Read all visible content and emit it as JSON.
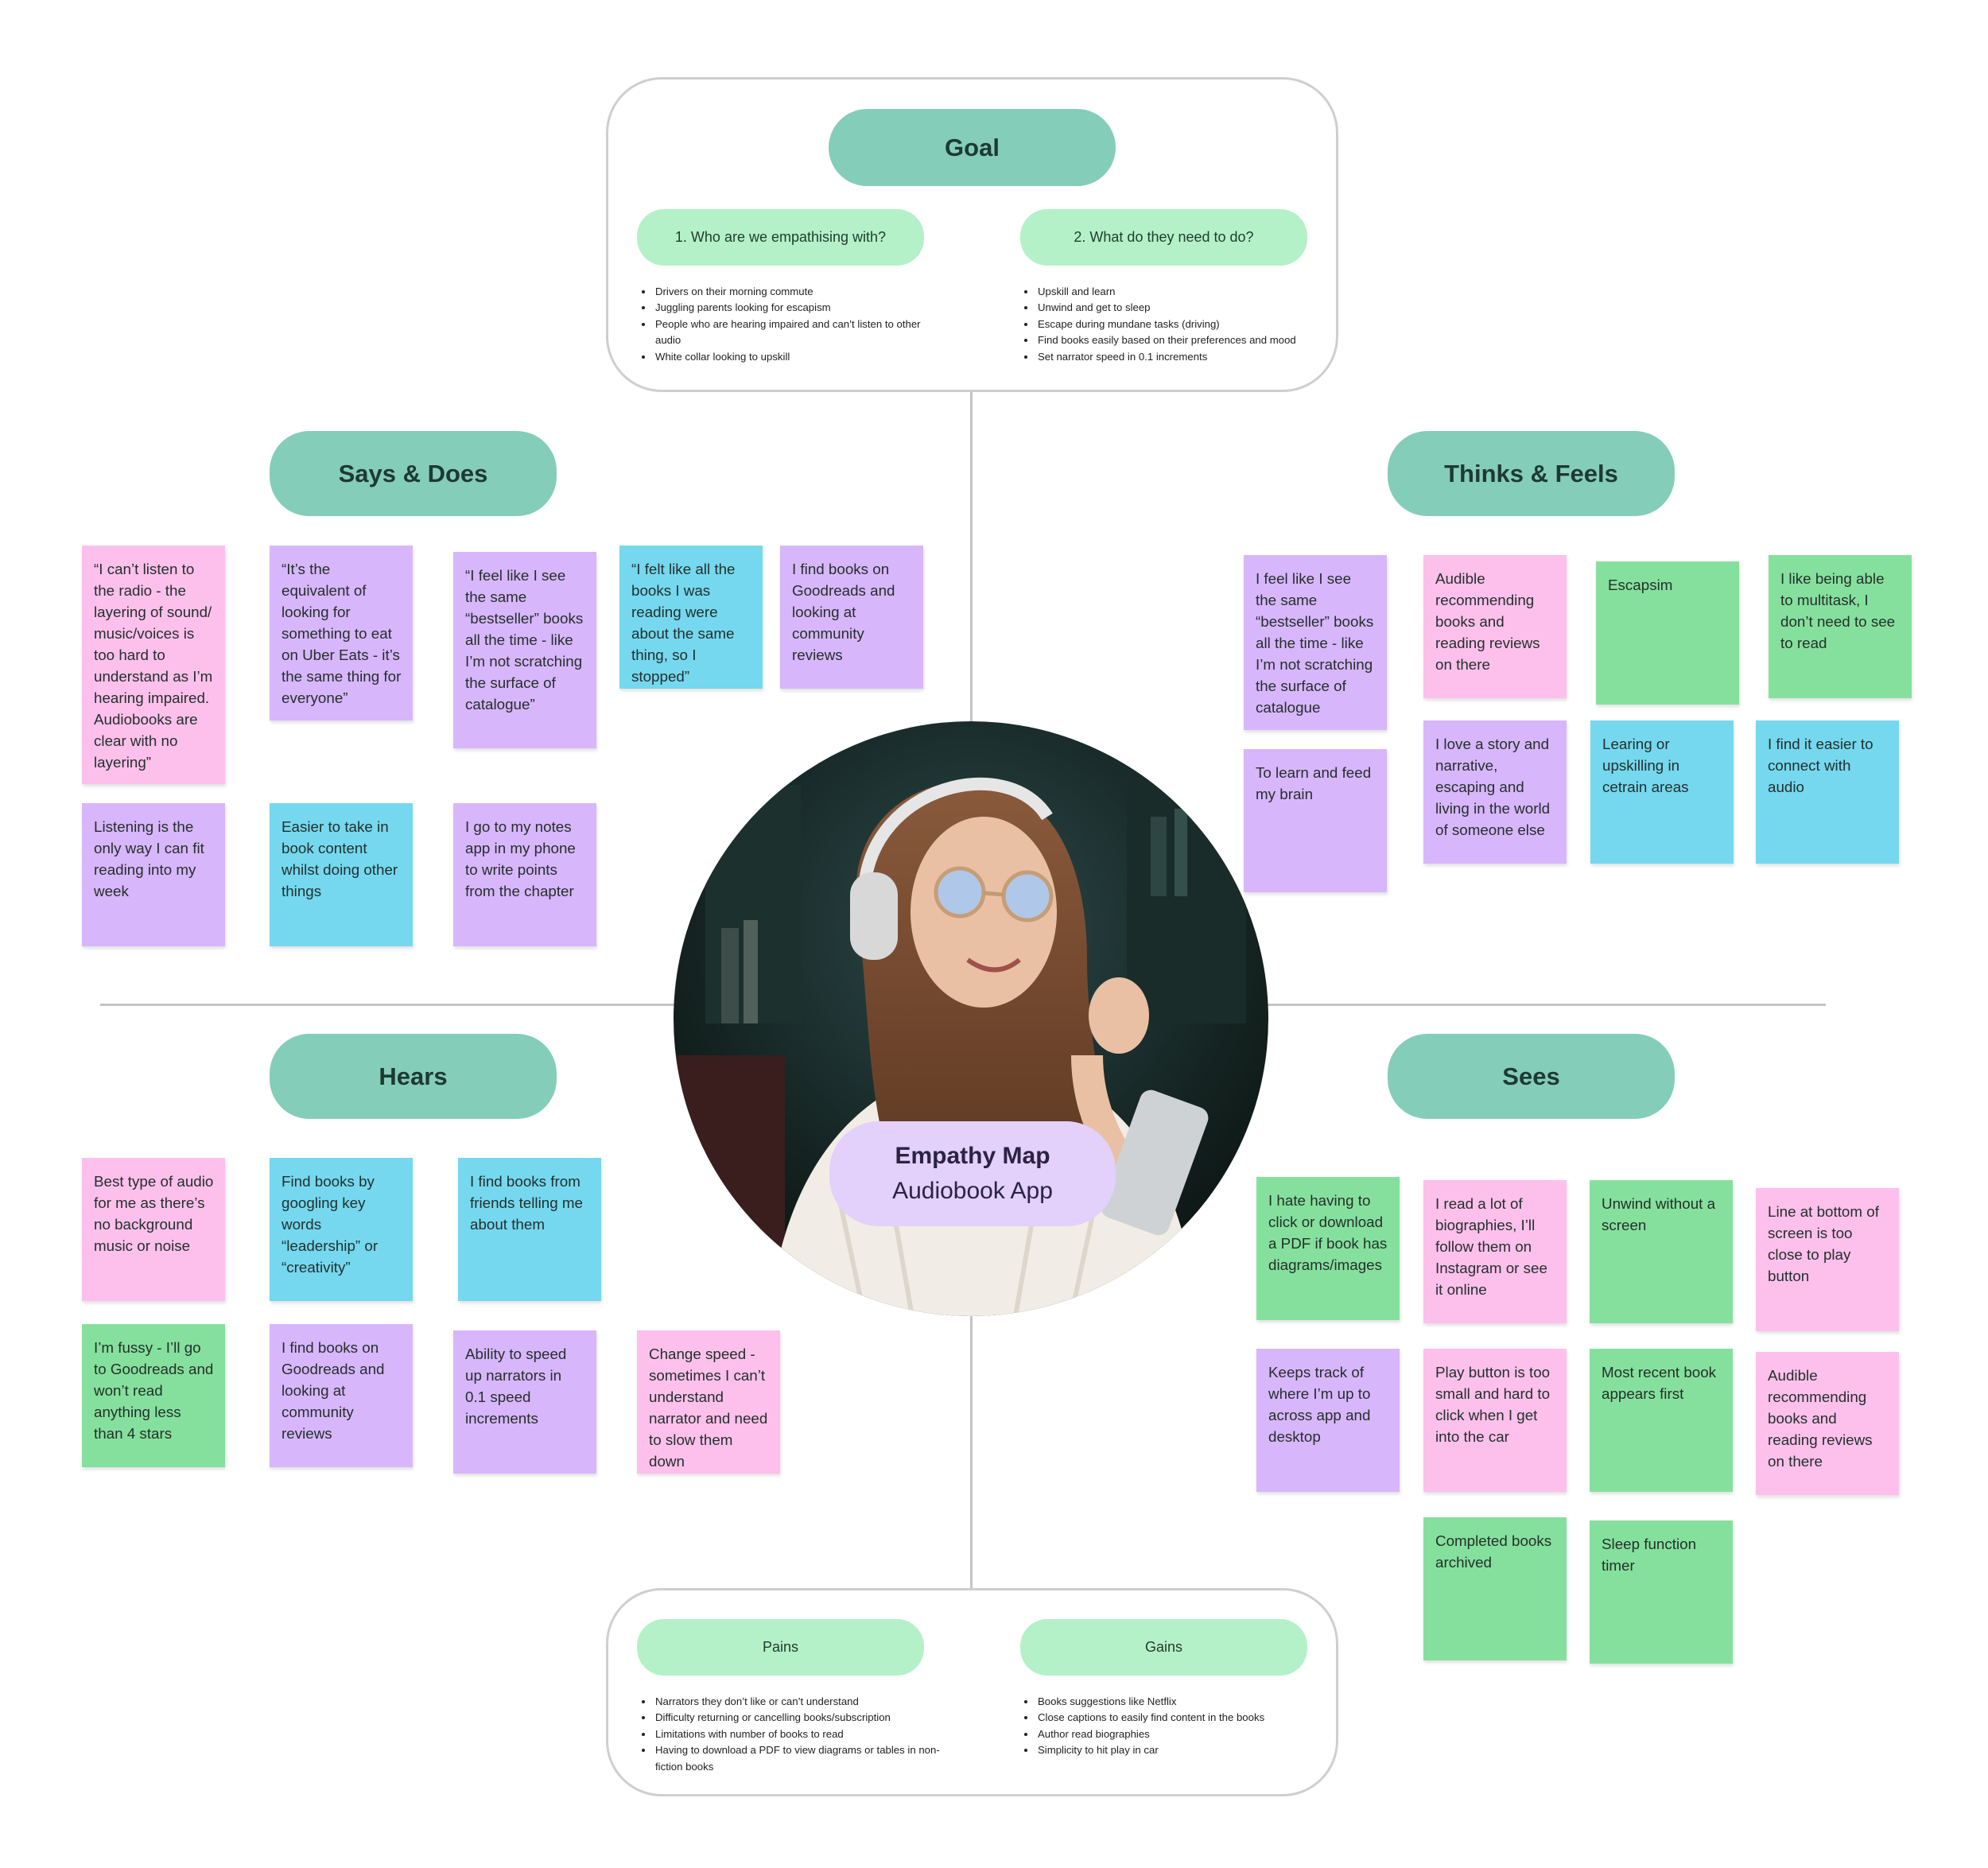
{
  "goal": {
    "title": "Goal",
    "q1": "1.  Who are we empathising with?",
    "q2": "2.  What do they need to do?",
    "q1_items": [
      "Drivers on their morning commute",
      "Juggling parents looking for escapism",
      "People who are hearing impaired and can’t listen to other audio",
      "White collar looking to upskill"
    ],
    "q2_items": [
      "Upskill and learn",
      "Unwind and get to sleep",
      "Escape during mundane tasks (driving)",
      "Find books easily based on their preferences and mood",
      "Set narrator speed in 0.1 increments"
    ]
  },
  "center": {
    "title": "Empathy Map",
    "subtitle": "Audiobook App"
  },
  "says_does": {
    "title": "Says & Does",
    "notes": [
      "“I can’t listen to the radio - the layering of sound/ music/voices is too hard to understand as I’m hearing impaired. Audiobooks are clear with no layering”",
      "“It’s the equivalent of looking for something to eat on Uber Eats - it’s the same thing for everyone”",
      "“I feel like I see the same “bestseller” books all the time - like I’m not scratching the surface of catalogue”",
      "“I felt like all the books I was reading were about the same thing, so I stopped”",
      "I find books on Goodreads and looking at community reviews",
      "Listening is the only way I can fit reading into my week",
      "Easier to take in book content whilst doing other things",
      "I go to my notes app in my phone to write points from the chapter"
    ]
  },
  "thinks_feels": {
    "title": "Thinks & Feels",
    "notes": [
      "I feel like I see the same “bestseller” books all the time - like I’m not scratching the surface of catalogue",
      "Audible recommending books and reading reviews on there",
      "Escapsim",
      "I like being able to multitask, I don’t need to see to read",
      "To learn and feed my brain",
      "I love a story and narrative, escaping and living in the world of someone else",
      "Learing or upskilling in cetrain areas",
      "I find it easier to connect with audio"
    ]
  },
  "hears": {
    "title": "Hears",
    "notes": [
      "Best type of audio for me as there’s no background music or noise",
      "Find books by googling key words “leadership” or “creativity”",
      "I find books from friends telling me about them",
      "I’m  fussy - I’ll go to Goodreads and won’t read anything less than 4 stars",
      "I find books on Goodreads and looking at community reviews",
      "Ability to speed up narrators in 0.1 speed increments",
      "Change speed - sometimes I can’t understand narrator and need to slow them down"
    ]
  },
  "sees": {
    "title": "Sees",
    "notes": [
      "I hate having to click or download a PDF if book has diagrams/images",
      "I read a lot of biographies, I’ll follow them on Instagram or see it online",
      "Unwind without a screen",
      "Line at bottom of screen is too close to play button",
      "Keeps track of where I’m up to across app and desktop",
      "Play button is too small and hard to click when I get into the car",
      "Most recent book appears first",
      "Audible recommending books and reading reviews on there",
      "Completed books archived",
      "Sleep function timer"
    ]
  },
  "pains_gains": {
    "pains_title": "Pains",
    "gains_title": "Gains",
    "pains": [
      "Narrators they don’t like or can’t understand",
      "Difficulty returning or cancelling books/subscription",
      "Limitations with number of books to read",
      "Having to download a PDF to view diagrams or tables in non-fiction books"
    ],
    "gains": [
      "Books suggestions like Netflix",
      "Close captions to easily find content in the books",
      "Author read biographies",
      "Simplicity to hit play in car"
    ]
  },
  "colors": {
    "section_pill": "#84cdb9",
    "sub_pill": "#b4f1c8",
    "center_pill": "#e3d0fb",
    "pink": "#fdc0ec",
    "purple": "#d8b6fb",
    "blue": "#75d8ef",
    "green": "#86e09d"
  }
}
